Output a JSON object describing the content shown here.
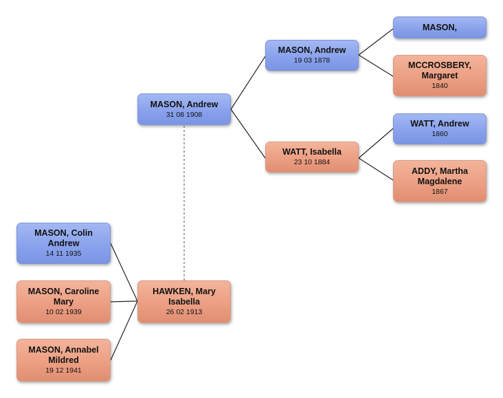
{
  "colors": {
    "male": "#8aa2ec",
    "female": "#ec9f83",
    "line": "#222222",
    "spouse_line": "#888888"
  },
  "people": {
    "andrew_1908": {
      "name": "MASON, Andrew",
      "date": "31 08 1908"
    },
    "andrew_1878": {
      "name": "MASON, Andrew",
      "date": "19 03 1878"
    },
    "isabella_1884": {
      "name": "WATT, Isabella",
      "date": "23 10 1884"
    },
    "mason_blank": {
      "name": "MASON,",
      "date": ""
    },
    "margaret_1840": {
      "name": "MCCROSBERY, Margaret",
      "date": "1840"
    },
    "andrew_watt_1860": {
      "name": "WATT, Andrew",
      "date": "1860"
    },
    "martha_1867": {
      "name": "ADDY, Martha Magdalene",
      "date": "1867"
    },
    "mary_1913": {
      "name": "HAWKEN, Mary Isabella",
      "date": "26 02 1913"
    },
    "colin_1935": {
      "name": "MASON, Colin Andrew",
      "date": "14 11 1935"
    },
    "caroline_1939": {
      "name": "MASON, Caroline Mary",
      "date": "10 02 1939"
    },
    "annabel_1941": {
      "name": "MASON, Annabel Mildred",
      "date": "19 12 1941"
    }
  }
}
